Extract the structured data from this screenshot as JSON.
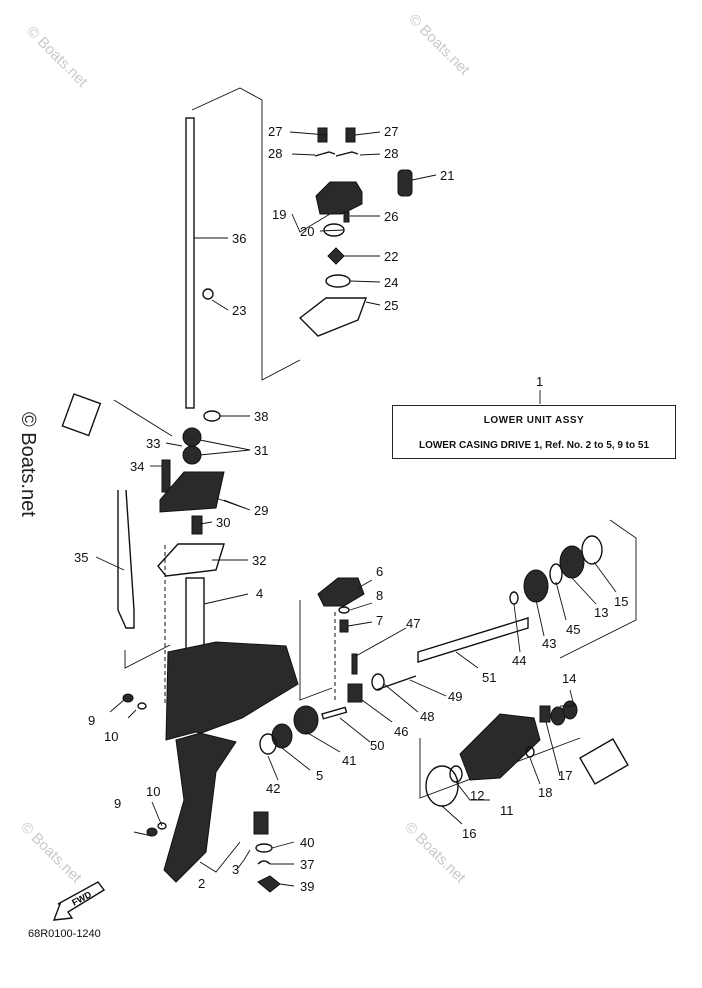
{
  "assembly": {
    "ref_number": "1",
    "title": "LOWER UNIT ASSY",
    "subtitle": "LOWER CASING DRIVE 1,  Ref. No. 2 to 5,  9 to 51"
  },
  "diagram_code": "68R0100-1240",
  "watermark": "© Boats.net",
  "fwd_label": "FWD",
  "callouts": [
    "27",
    "27",
    "28",
    "28",
    "21",
    "19",
    "26",
    "20",
    "22",
    "24",
    "25",
    "36",
    "23",
    "38",
    "33",
    "31",
    "34",
    "29",
    "30",
    "35",
    "32",
    "4",
    "6",
    "8",
    "7",
    "47",
    "51",
    "49",
    "48",
    "46",
    "50",
    "44",
    "43",
    "45",
    "13",
    "15",
    "14",
    "9",
    "10",
    "42",
    "5",
    "41",
    "17",
    "18",
    "12",
    "11",
    "16",
    "9",
    "10",
    "40",
    "37",
    "3",
    "2",
    "39",
    "1"
  ]
}
